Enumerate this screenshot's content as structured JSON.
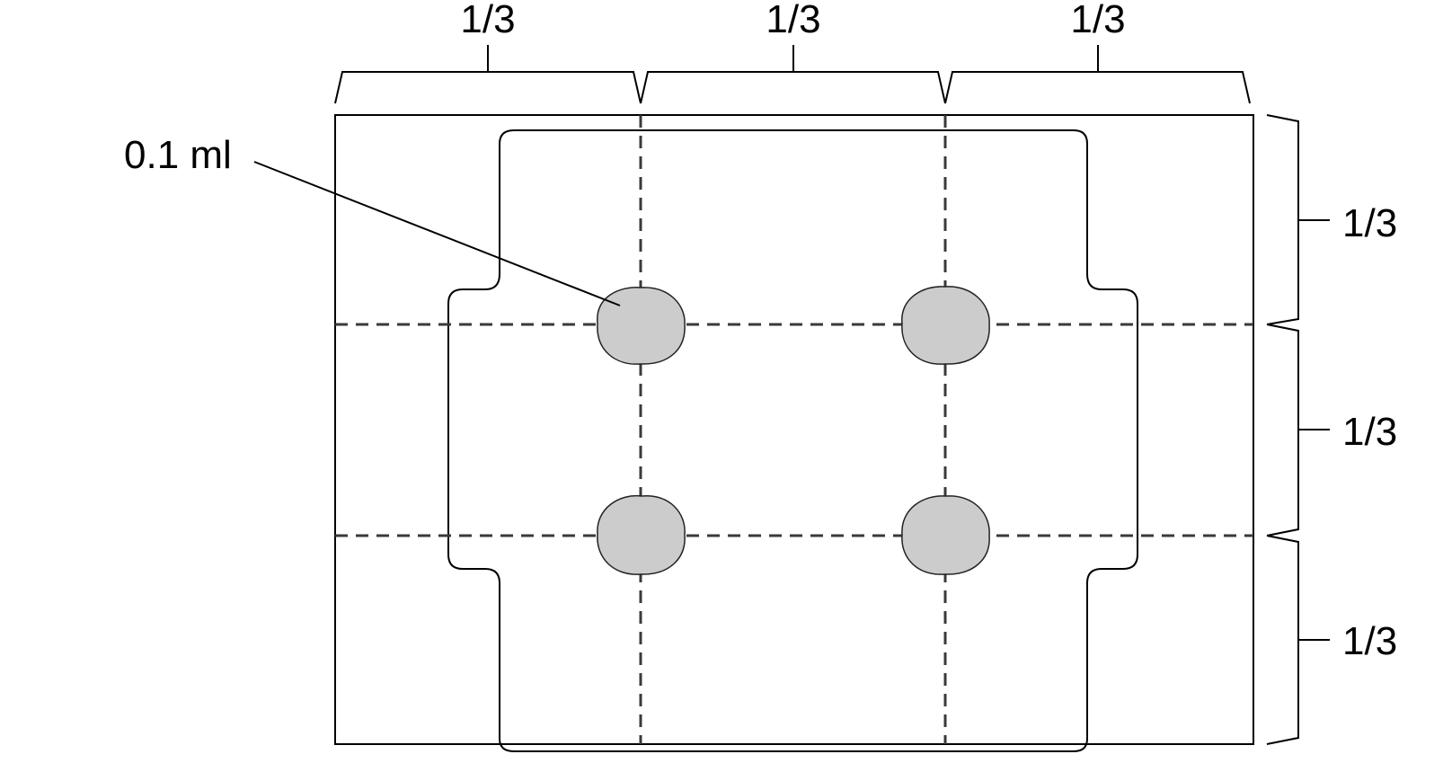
{
  "volume_label": "0.1 ml",
  "top_divisions": [
    "1/3",
    "1/3",
    "1/3"
  ],
  "side_divisions": [
    "1/3",
    "1/3",
    "1/3"
  ],
  "grid_columns": 3,
  "grid_rows": 3,
  "dot_count": 4,
  "colors": {
    "line": "#000000",
    "dashed_line": "#3a3a3a",
    "dot_fill": "#cccccc",
    "background": "#ffffff"
  }
}
